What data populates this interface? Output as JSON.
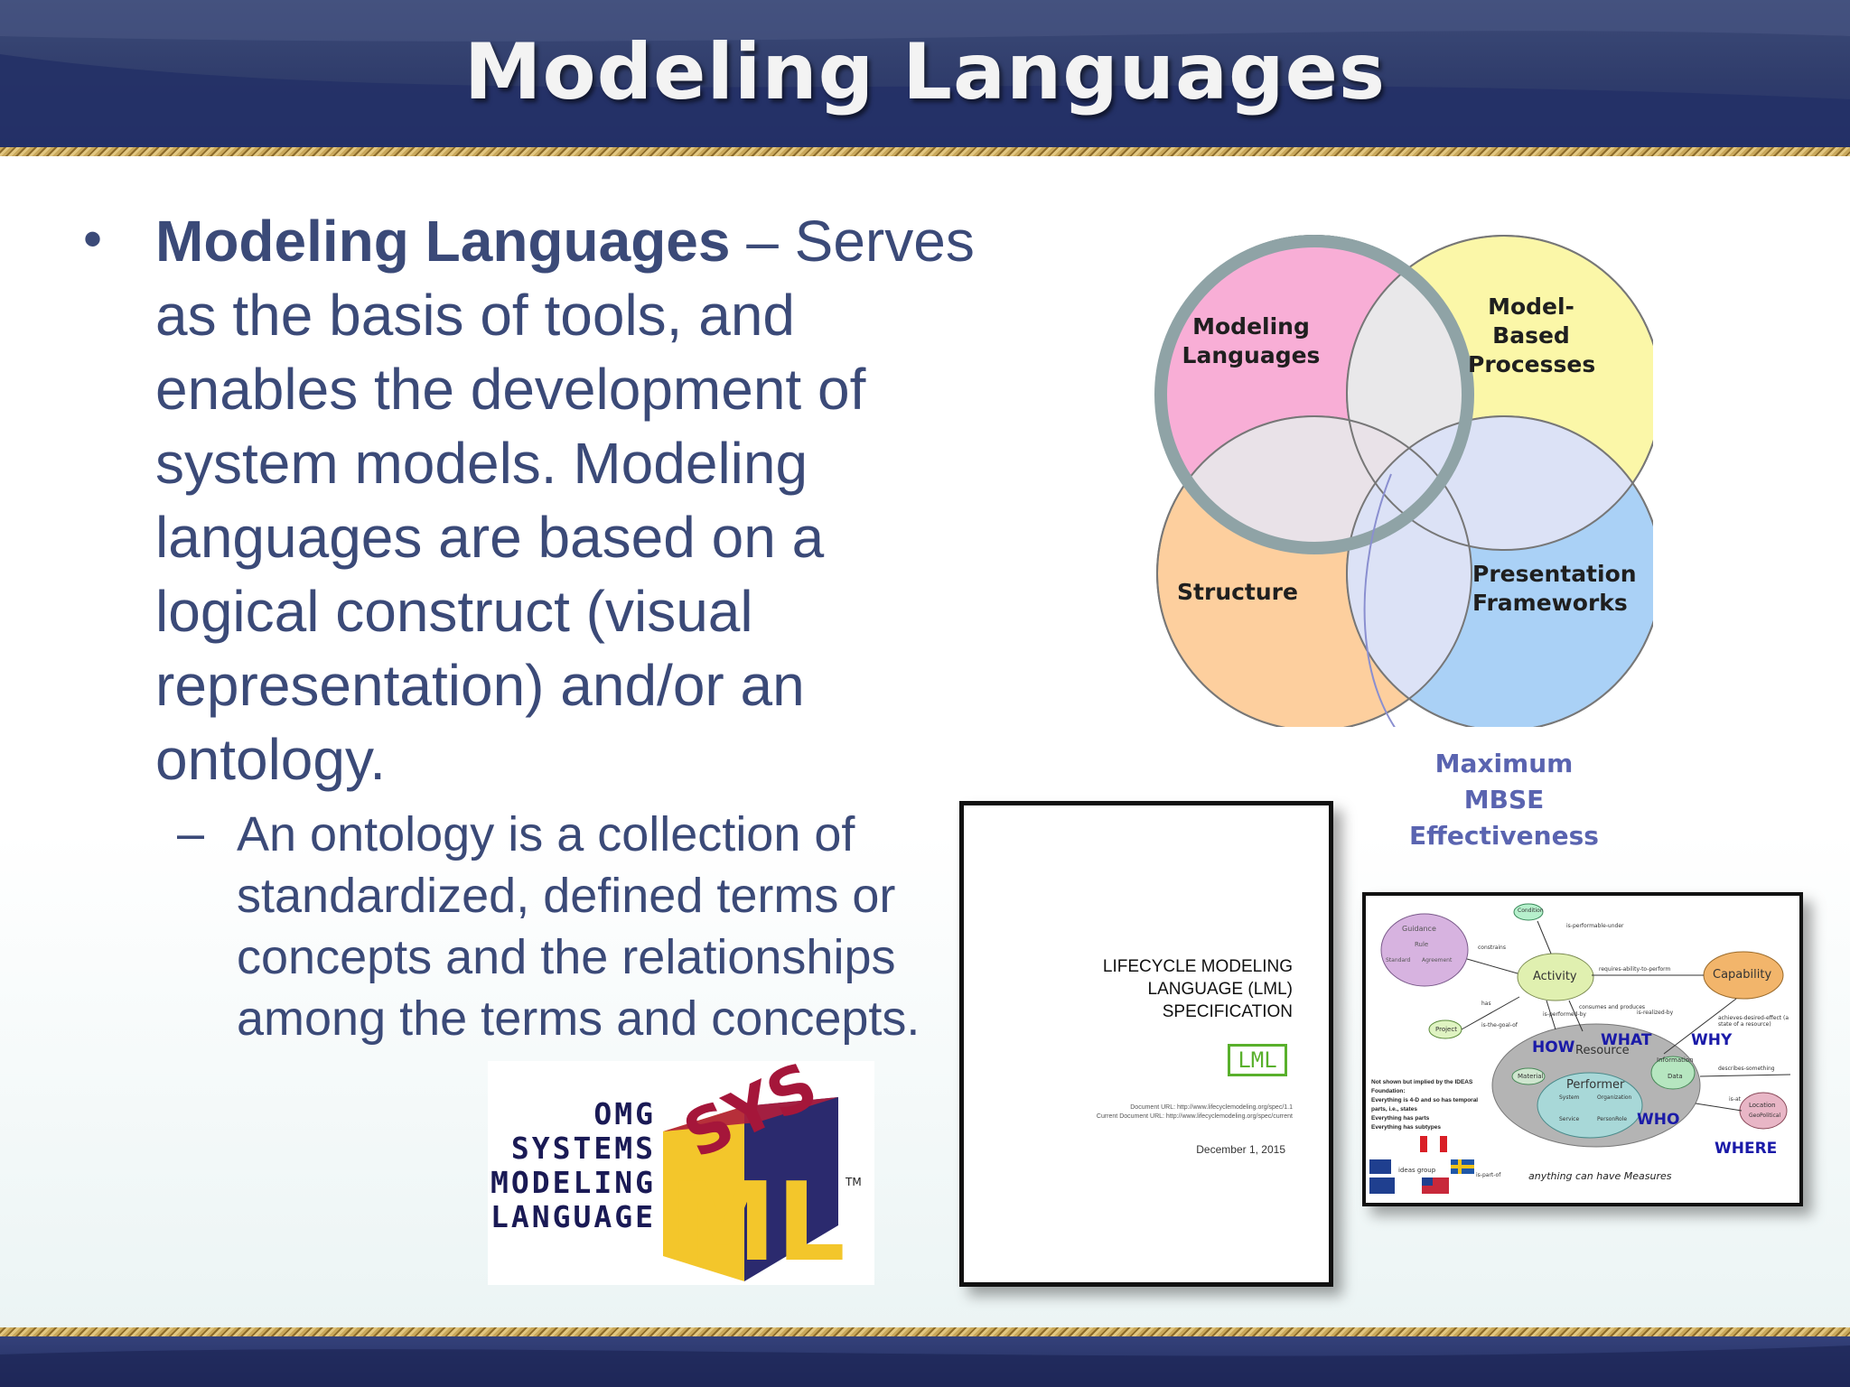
{
  "slide": {
    "title": "Modeling Languages"
  },
  "main_bullet": {
    "term": "Modeling Languages",
    "separator": " –",
    "text": "Serves as the basis of tools, and enables the development of system models.  Modeling languages are based on a logical construct (visual representation) and/or an ontology."
  },
  "sub_bullet": {
    "dash": "–",
    "text": "An ontology is a collection of standardized, defined terms or concepts and the relationships among the terms and concepts."
  },
  "venn": {
    "circles": [
      {
        "label": "Modeling Languages",
        "color": "#f7a0cf"
      },
      {
        "label": "Model-Based Processes",
        "color": "#fbf69a"
      },
      {
        "label": "Structure",
        "color": "#fdc78e"
      },
      {
        "label": "Presentation Frameworks",
        "color": "#9ccaf5"
      }
    ],
    "center_label": "Maximum MBSE Effectiveness",
    "highlight_ring_color": "#8fa3a6"
  },
  "lml_doc": {
    "title": "LIFECYCLE MODELING LANGUAGE (LML) SPECIFICATION",
    "logo": "LML",
    "url_line1": "Document URL: http://www.lifecyclemodeling.org/spec/1.1",
    "url_line2": "Current Document URL: http://www.lifecyclemodeling.org/spec/current",
    "date": "December 1, 2015"
  },
  "ideas_diagram": {
    "nodes": [
      "Guidance",
      "Rule",
      "Standard",
      "Agreement",
      "Condition",
      "Activity",
      "Capability",
      "Project",
      "Resource",
      "Performer",
      "Information",
      "Data",
      "Material",
      "System",
      "Organization",
      "Service",
      "PersonRole",
      "Location",
      "GeoPolitical"
    ],
    "edges": [
      "is-performable-under",
      "constrains",
      "requires-ability-to-perform",
      "has",
      "is-the-goal-of",
      "is-performed-by",
      "consumes and produces",
      "is-realized-by",
      "achieves-desired-effect (a state of a resource)",
      "describes-something",
      "is-at",
      "is-part-of"
    ],
    "questions": [
      "HOW",
      "WHAT",
      "WHY",
      "WHO",
      "WHERE"
    ],
    "note_title": "Not shown but implied by the IDEAS Foundation:",
    "notes": [
      "Everything is 4-D and so has temporal parts, i.e., states",
      "Everything has parts",
      "Everything has subtypes"
    ],
    "footer": "anything can have Measures",
    "ideas_logo": "ideas group"
  },
  "sysml_logo": {
    "words": [
      "OMG",
      "SYSTEMS",
      "MODELING",
      "LANGUAGE"
    ],
    "mark_top": "SYS",
    "mark_bottom": "ML",
    "trademark": "TM"
  }
}
